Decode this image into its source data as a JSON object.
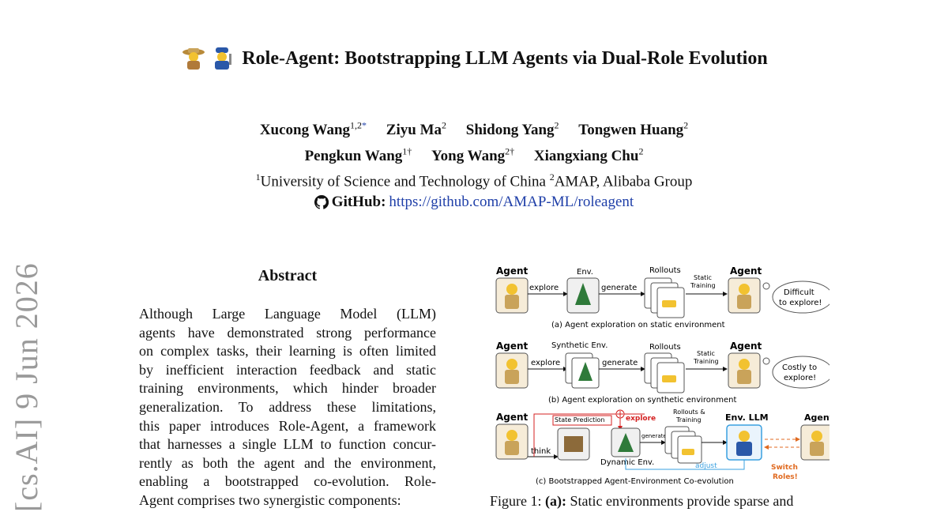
{
  "title": "Role-Agent: Bootstrapping LLM Agents via Dual-Role Evolution",
  "logo_icons": [
    "explorer-agent-icon",
    "mechanic-agent-icon"
  ],
  "authors": {
    "row1": [
      {
        "name": "Xucong Wang",
        "sup": "1,2",
        "mark": "*"
      },
      {
        "name": "Ziyu Ma",
        "sup": "2",
        "mark": ""
      },
      {
        "name": "Shidong Yang",
        "sup": "2",
        "mark": ""
      },
      {
        "name": "Tongwen Huang",
        "sup": "2",
        "mark": ""
      }
    ],
    "row2": [
      {
        "name": "Pengkun Wang",
        "sup": "1†",
        "mark": ""
      },
      {
        "name": "Yong Wang",
        "sup": "2†",
        "mark": ""
      },
      {
        "name": "Xiangxiang Chu",
        "sup": "2",
        "mark": ""
      }
    ]
  },
  "affiliation": {
    "sup1": "1",
    "org1": "University of Science and Technology of China ",
    "sup2": "2",
    "org2": "AMAP, Alibaba Group"
  },
  "github": {
    "label": "GitHub:",
    "url": "https://github.com/AMAP-ML/roleagent"
  },
  "arxiv_stamp": "[cs.AI]  9 Jun 2026",
  "abstract": {
    "heading": "Abstract",
    "lines": [
      "Although Large Language Model (LLM)",
      "agents have demonstrated strong performance",
      "on complex tasks, their learning is often limited",
      "by inefficient interaction feedback and static",
      "training environments, which hinder broader",
      "generalization. To address these limitations,",
      "this paper introduces Role-Agent, a framework",
      "that harnesses a single LLM to function concur-",
      "rently as both the agent and the environment,",
      "enabling a bootstrapped co-evolution. Role-",
      "Agent comprises two synergistic components:"
    ]
  },
  "figure": {
    "panel_a": {
      "agent1": "Agent",
      "env": "Env.",
      "rollouts": "Rollouts",
      "static_training": [
        "Static",
        "Training"
      ],
      "agent2": "Agent",
      "explore": "explore",
      "generate": "generate",
      "bubble": [
        "Difficult",
        "to explore!"
      ],
      "caption": "(a) Agent exploration on static environment"
    },
    "panel_b": {
      "agent1": "Agent",
      "env": "Synthetic Env.",
      "rollouts": "Rollouts",
      "static_training": [
        "Static",
        "Training"
      ],
      "agent2": "Agent",
      "explore": "explore",
      "generate": "generate",
      "bubble": [
        "Costly to",
        "explore!"
      ],
      "caption": "(b) Agent exploration on synthetic environment"
    },
    "panel_c": {
      "agent1": "Agent",
      "state_prediction": "State Prediction",
      "explore": "explore",
      "rollouts_training": [
        "Rollouts &",
        "Training"
      ],
      "env_llm": "Env. LLM",
      "agent2": "Agent",
      "think": "think",
      "generate": "generate",
      "dynamic_env": "Dynamic Env.",
      "adjust": "adjust",
      "switch": [
        "Switch",
        "Roles!"
      ],
      "caption": "(c) Bootstrapped Agent-Environment Co-evolution"
    },
    "colors": {
      "red": "#d42020",
      "blue": "#3aa0e0",
      "orange": "#e06a20",
      "agent_fill": "#c9a35a"
    }
  },
  "figure_caption": {
    "label": "Figure 1: ",
    "bold": "(a):",
    "text": " Static environments provide sparse and"
  }
}
